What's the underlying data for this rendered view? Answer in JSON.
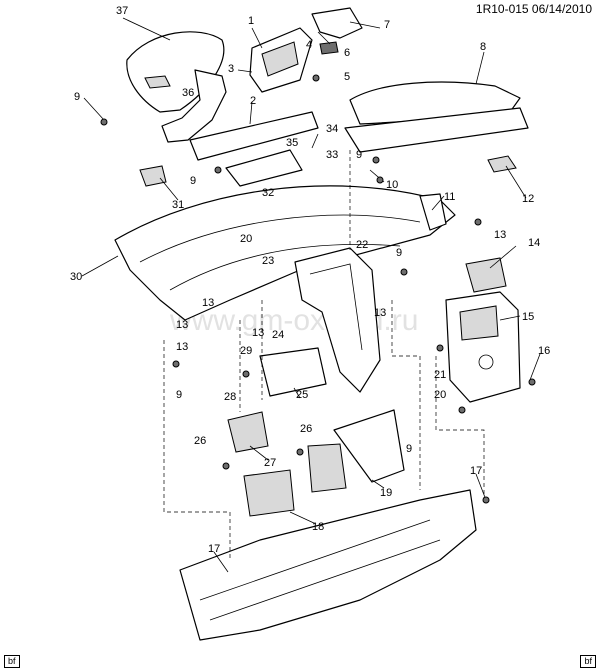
{
  "header": {
    "ref": "1R10-015 06/14/2010"
  },
  "watermark": "www.gm-oxtead.ru",
  "footer": {
    "code_left": "bf",
    "code_right": "bf"
  },
  "callouts": [
    "37",
    "1",
    "7",
    "3",
    "4",
    "6",
    "5",
    "8",
    "9",
    "36",
    "2",
    "34",
    "35",
    "33",
    "9",
    "10",
    "9",
    "32",
    "31",
    "12",
    "11",
    "13",
    "14",
    "30",
    "20",
    "22",
    "9",
    "23",
    "13",
    "13",
    "13",
    "13",
    "24",
    "13",
    "29",
    "15",
    "16",
    "21",
    "20",
    "9",
    "28",
    "25",
    "26",
    "27",
    "9",
    "17",
    "19",
    "18",
    "17"
  ]
}
